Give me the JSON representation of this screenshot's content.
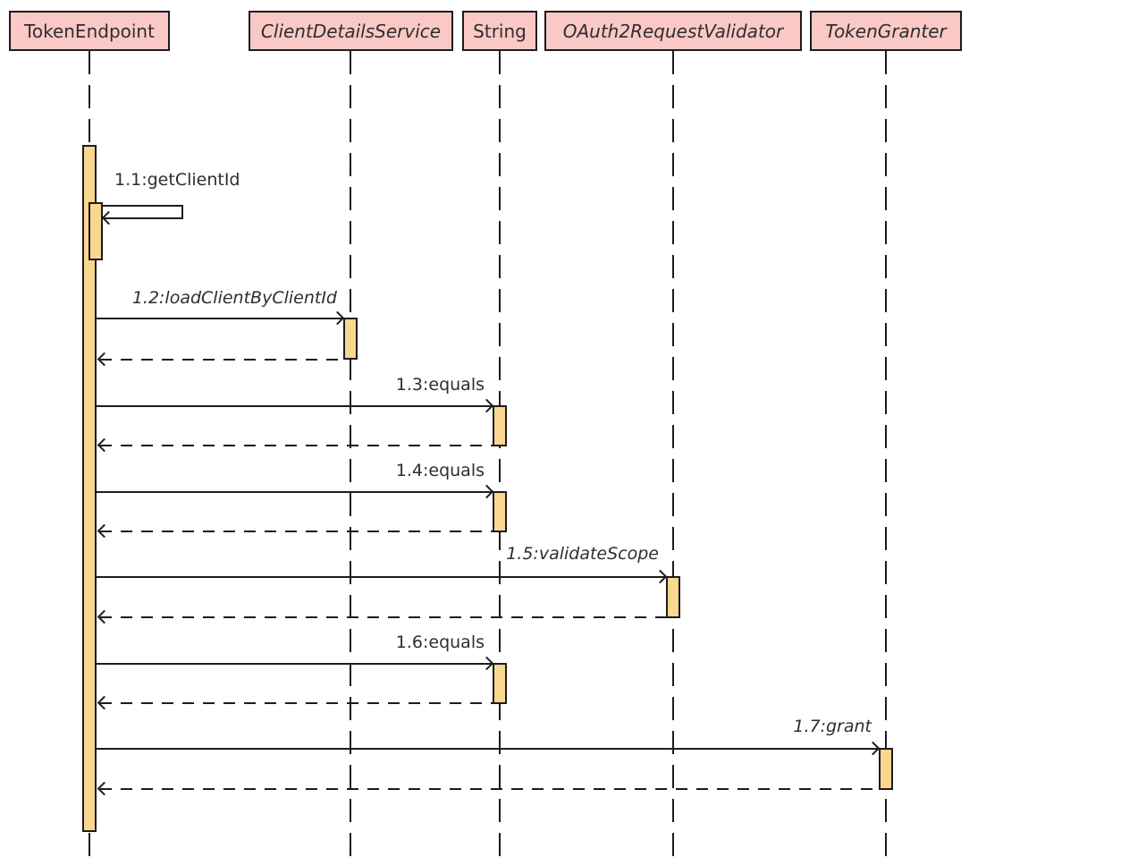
{
  "diagram": {
    "type": "uml-sequence-diagram",
    "participants": [
      {
        "name": "TokenEndpoint",
        "style": "class"
      },
      {
        "name": "ClientDetailsService",
        "style": "interface"
      },
      {
        "name": "String",
        "style": "class"
      },
      {
        "name": "OAuth2RequestValidator",
        "style": "interface"
      },
      {
        "name": "TokenGranter",
        "style": "interface"
      }
    ],
    "messages": [
      {
        "label": "1.1:getClientId",
        "from": "TokenEndpoint",
        "to": "TokenEndpoint",
        "type": "self-call",
        "italic": false
      },
      {
        "label": "1.2:loadClientByClientId",
        "from": "TokenEndpoint",
        "to": "ClientDetailsService",
        "type": "call-with-return",
        "italic": true
      },
      {
        "label": "1.3:equals",
        "from": "TokenEndpoint",
        "to": "String",
        "type": "call-with-return",
        "italic": false
      },
      {
        "label": "1.4:equals",
        "from": "TokenEndpoint",
        "to": "String",
        "type": "call-with-return",
        "italic": false
      },
      {
        "label": "1.5:validateScope",
        "from": "TokenEndpoint",
        "to": "OAuth2RequestValidator",
        "type": "call-with-return",
        "italic": true
      },
      {
        "label": "1.6:equals",
        "from": "TokenEndpoint",
        "to": "String",
        "type": "call-with-return",
        "italic": false
      },
      {
        "label": "1.7:grant",
        "from": "TokenEndpoint",
        "to": "TokenGranter",
        "type": "call-with-return",
        "italic": true
      }
    ],
    "colors": {
      "participant_fill": "#fbc9c5",
      "participant_border": "#1c1c1c",
      "activation_fill": "#fad78f",
      "activation_border": "#1c1c1c",
      "line": "#1c1c1c",
      "text": "#2e2e2e",
      "background": "#ffffff"
    }
  }
}
